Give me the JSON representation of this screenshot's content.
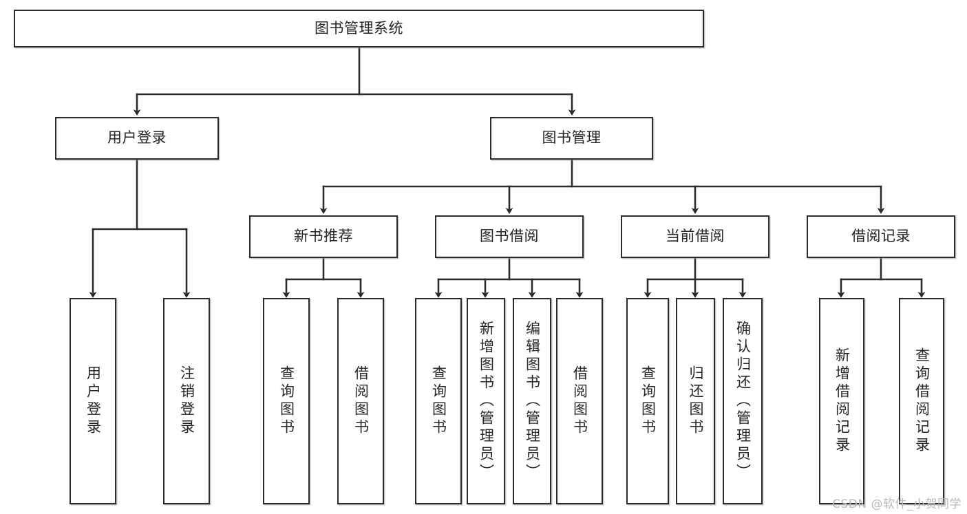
{
  "diagram": {
    "title": "图书管理系统",
    "type": "tree",
    "watermark": "CSDN @软件_小贺同学",
    "colors": {
      "box_border": "#2b2b2b",
      "box_fill": "#ffffff",
      "edge": "#2b2b2b",
      "text": "#262626",
      "watermark": "#b9b9b9"
    },
    "nodes": {
      "root": {
        "label": "图书管理系统"
      },
      "level2": [
        {
          "id": "user-login",
          "label": "用户登录"
        },
        {
          "id": "book-manage",
          "label": "图书管理"
        }
      ],
      "level3": [
        {
          "id": "new-book-recommend",
          "label": "新书推荐"
        },
        {
          "id": "book-borrow",
          "label": "图书借阅"
        },
        {
          "id": "current-borrow",
          "label": "当前借阅"
        },
        {
          "id": "borrow-record",
          "label": "借阅记录"
        }
      ],
      "leaves": [
        {
          "id": "leaf-user-login",
          "label": "用户登录",
          "parent": "user-login"
        },
        {
          "id": "leaf-logout-login",
          "label": "注销登录",
          "parent": "user-login"
        },
        {
          "id": "leaf-query-book-1",
          "label": "查询图书",
          "parent": "new-book-recommend"
        },
        {
          "id": "leaf-borrow-book-1",
          "label": "借阅图书",
          "parent": "new-book-recommend"
        },
        {
          "id": "leaf-query-book-2",
          "label": "查询图书",
          "parent": "book-borrow"
        },
        {
          "id": "leaf-add-book",
          "label": "新增图书（管理员）",
          "parent": "book-borrow"
        },
        {
          "id": "leaf-edit-book",
          "label": "编辑图书（管理员）",
          "parent": "book-borrow"
        },
        {
          "id": "leaf-borrow-book-2",
          "label": "借阅图书",
          "parent": "book-borrow"
        },
        {
          "id": "leaf-query-book-3",
          "label": "查询图书",
          "parent": "current-borrow"
        },
        {
          "id": "leaf-return-book",
          "label": "归还图书",
          "parent": "current-borrow"
        },
        {
          "id": "leaf-confirm-return",
          "label": "确认归还（管理员）",
          "parent": "current-borrow"
        },
        {
          "id": "leaf-add-record",
          "label": "新增借阅记录",
          "parent": "borrow-record"
        },
        {
          "id": "leaf-query-record",
          "label": "查询借阅记录",
          "parent": "borrow-record"
        }
      ]
    }
  }
}
